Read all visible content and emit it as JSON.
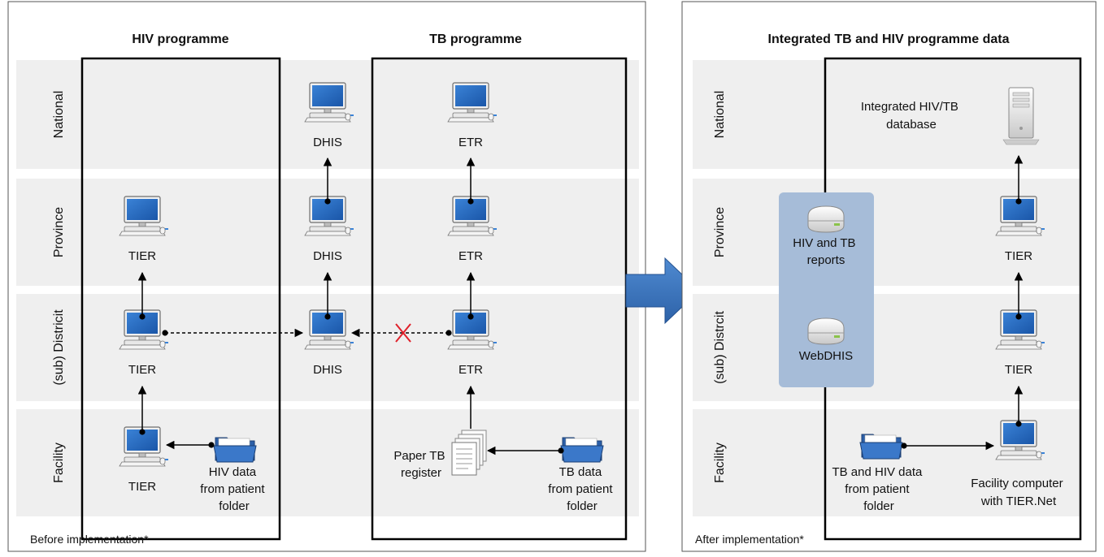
{
  "before": {
    "hiv_heading": "HIV programme",
    "tb_heading": "TB programme",
    "caption": "Before implementation*",
    "levels": [
      "National",
      "Province",
      "(sub) Districit",
      "Facility"
    ]
  },
  "after": {
    "heading": "Integrated TB and HIV programme data",
    "caption": "After implementation*",
    "levels": [
      "National",
      "Province",
      "(sub) Distrcit",
      "Facility"
    ]
  },
  "computers": {
    "hiv_province": "TIER",
    "hiv_district": "TIER",
    "hiv_facility": "TIER",
    "dhis_national": "DHIS",
    "dhis_province": "DHIS",
    "dhis_district": "DHIS",
    "etr_national": "ETR",
    "etr_province": "ETR",
    "etr_district": "ETR",
    "after_province": "TIER",
    "after_district": "TIER"
  },
  "labels": {
    "hiv_folder": [
      "HIV data",
      "from patient",
      "folder"
    ],
    "tb_folder": [
      "TB data",
      "from patient",
      "folder"
    ],
    "paper_register": [
      "Paper TB",
      "register"
    ],
    "integrated_db": [
      "Integrated HIV/TB",
      "database"
    ],
    "reports": [
      "HIV and TB",
      "reports"
    ],
    "webdhis": "WebDHIS",
    "after_folder": [
      "TB and HIV data",
      "from patient",
      "folder"
    ],
    "facility_computer": [
      "Facility computer",
      "with TIER.Net"
    ]
  }
}
